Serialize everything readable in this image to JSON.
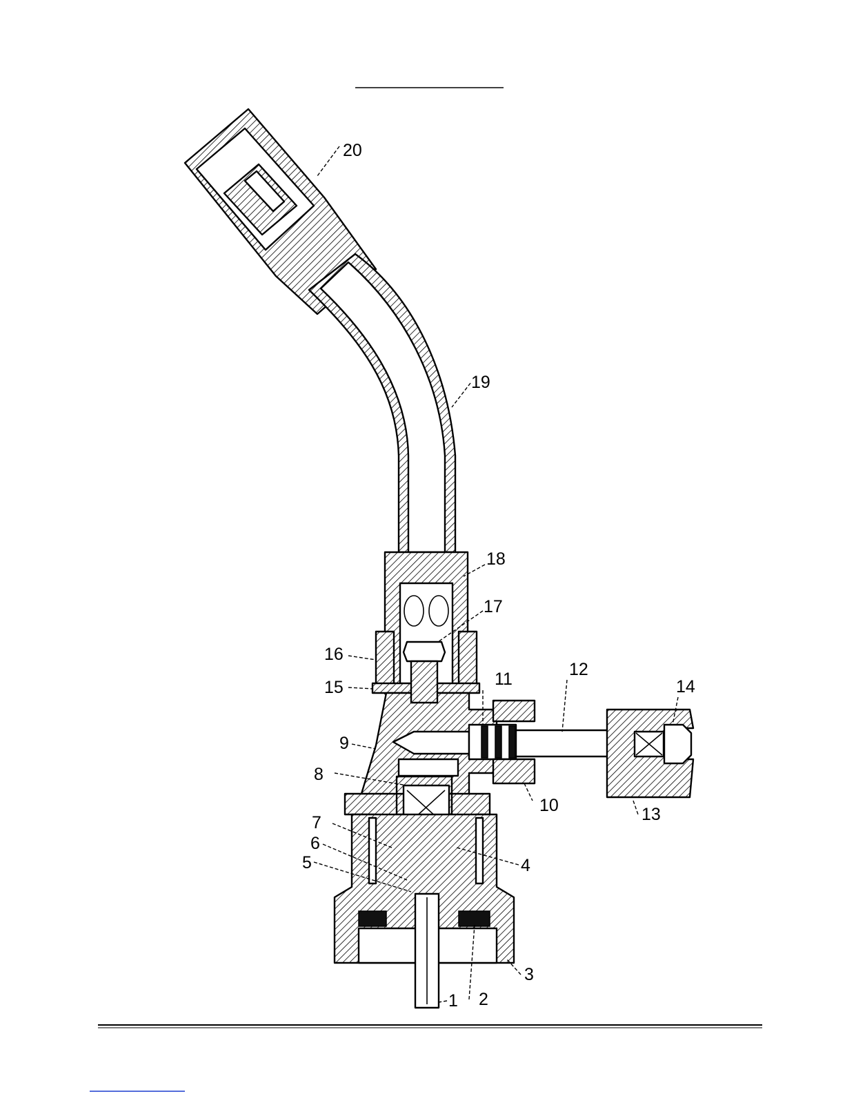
{
  "diagram": {
    "callouts": [
      {
        "num": "1",
        "part": "part-1"
      },
      {
        "num": "2",
        "part": "part-2"
      },
      {
        "num": "3",
        "part": "part-3"
      },
      {
        "num": "4",
        "part": "part-4"
      },
      {
        "num": "5",
        "part": "part-5"
      },
      {
        "num": "6",
        "part": "part-6"
      },
      {
        "num": "7",
        "part": "part-7"
      },
      {
        "num": "8",
        "part": "part-8"
      },
      {
        "num": "9",
        "part": "part-9"
      },
      {
        "num": "10",
        "part": "part-10"
      },
      {
        "num": "11",
        "part": "part-11"
      },
      {
        "num": "12",
        "part": "part-12"
      },
      {
        "num": "13",
        "part": "part-13"
      },
      {
        "num": "14",
        "part": "part-14"
      },
      {
        "num": "15",
        "part": "part-15"
      },
      {
        "num": "16",
        "part": "part-16"
      },
      {
        "num": "17",
        "part": "part-17"
      },
      {
        "num": "18",
        "part": "part-18"
      },
      {
        "num": "19",
        "part": "part-19"
      },
      {
        "num": "20",
        "part": "part-20"
      }
    ]
  }
}
